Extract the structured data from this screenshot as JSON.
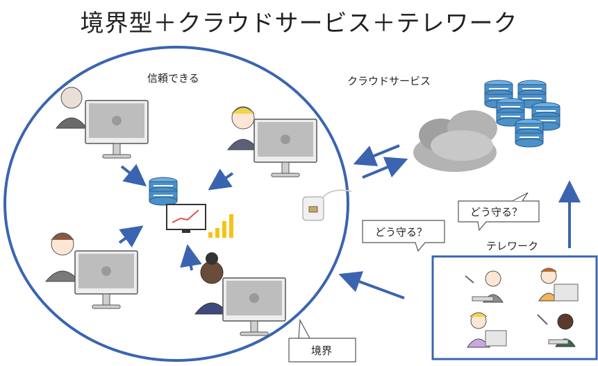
{
  "title": "境界型＋クラウドサービス＋テレワーク",
  "labels": {
    "trusted": "信頼できる",
    "cloud_service": "クラウドサービス",
    "telework": "テレワーク"
  },
  "callouts": {
    "how_to_protect_1": "どう守る？",
    "how_to_protect_2": "どう守る？",
    "boundary": "境界"
  },
  "colors": {
    "accent_blue": "#3b64b0",
    "monitor_gray": "#bdbdbd",
    "cloud_gray": "#b3b3b3",
    "server_blue": "#4a90c9",
    "chart_yellow": "#f3c418"
  },
  "icons": [
    "person-icon",
    "monitor-icon",
    "server-icon",
    "cloud-icon",
    "chart-icon",
    "router-icon"
  ]
}
